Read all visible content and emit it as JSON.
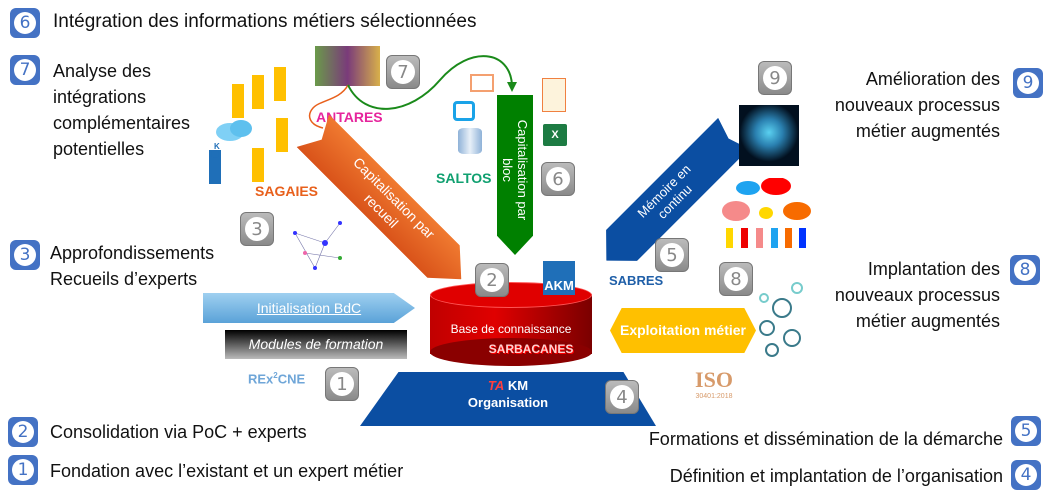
{
  "left_steps": [
    {
      "num": "6",
      "text": "Intégration des informations métiers sélectionnées"
    },
    {
      "num": "7",
      "text": "Analyse des intégrations complémentaires potentielles"
    },
    {
      "num": "3",
      "text": "Approfondissements Recueils d’experts"
    },
    {
      "num": "2",
      "text": "Consolidation via PoC + experts"
    },
    {
      "num": "1",
      "text": "Fondation avec l’existant et un expert métier"
    }
  ],
  "left_lines": {
    "l7a": "Analyse des",
    "l7b": "intégrations",
    "l7c": "complémentaires",
    "l7d": "potentielles",
    "l3a": "Approfondissements",
    "l3b": "Recueils d’experts"
  },
  "right_steps": [
    {
      "num": "9",
      "a": "Amélioration des",
      "b": "nouveaux processus",
      "c": "métier augmentés"
    },
    {
      "num": "8",
      "a": "Implantation des",
      "b": "nouveaux processus",
      "c": "métier augmentés"
    },
    {
      "num": "5",
      "text": "Formations et dissémination de la démarche"
    },
    {
      "num": "4",
      "text": "Définition et implantation de l’organisation"
    }
  ],
  "gray_badges": {
    "b7": "7",
    "b6": "6",
    "b3": "3",
    "b2": "2",
    "b5": "5",
    "b9": "9",
    "b8": "8",
    "b1": "1",
    "b4": "4"
  },
  "tools": {
    "antares": "ANTARES",
    "sagaies": "SAGAIES",
    "saltos": "SALTOS",
    "sabres": "SABRES",
    "rex": "REx",
    "rex_sup": "2",
    "rex_end": "CNE",
    "iso": "ISO",
    "iso_sub": "30401:2018",
    "akm": "AKM",
    "k": "K",
    "excel": "X"
  },
  "arrows": {
    "recueil_a": "Capitalisation par",
    "recueil_b": "recueil",
    "bloc_a": "Capitalisation par",
    "bloc_b": "bloc",
    "memoire_a": "Mémoire en",
    "memoire_b": "continu",
    "init": "Initialisation BdC",
    "modules": "Modules de formation",
    "exploitation": "Exploitation métier"
  },
  "kb": {
    "title": "Base de connaissance",
    "name": "SARBACANES"
  },
  "org": {
    "ta": "TA",
    "km": " KM",
    "name": "Organisation"
  },
  "colors": {
    "blue_badge": "#4472c4",
    "orange": "#e8601c",
    "green": "#008000",
    "navy": "#0b4ea2",
    "red": "#c00000",
    "yellow": "#ffc000"
  }
}
